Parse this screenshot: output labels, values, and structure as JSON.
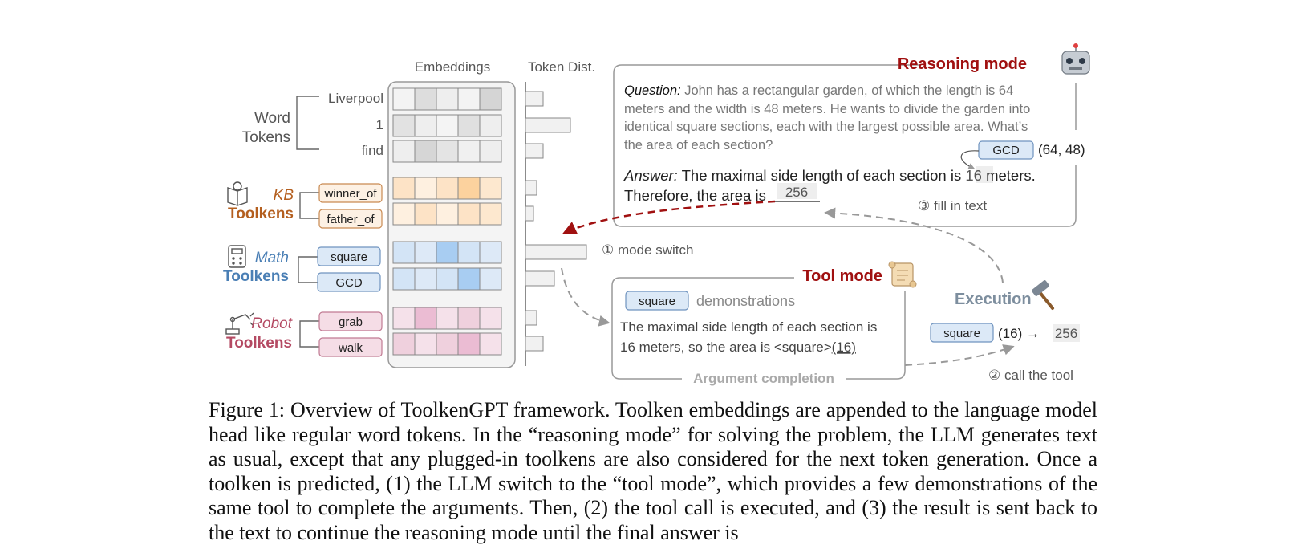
{
  "figure": {
    "headers": {
      "embeddings": "Embeddings",
      "token_dist": "Token Dist."
    },
    "word_group": {
      "line1": "Word",
      "line2": "Tokens",
      "tokens": [
        "Liverpool",
        "1",
        "find"
      ]
    },
    "kb_group": {
      "line1": "KB",
      "line2": "Toolkens",
      "tokens": [
        "winner_of",
        "father_of"
      ],
      "color": "#b45f1f"
    },
    "math_group": {
      "line1": "Math",
      "line2": "Toolkens",
      "tokens": [
        "square",
        "GCD"
      ],
      "color": "#4a7fb5"
    },
    "robot_group": {
      "line1": "Robot",
      "line2": "Toolkens",
      "tokens": [
        "grab",
        "walk"
      ],
      "color": "#b44a63"
    },
    "reasoning": {
      "title": "Reasoning mode",
      "question_label": "Question:",
      "question_lines": [
        " John has a rectangular garden, of which the length is 64",
        "meters and the width is 48 meters. He wants to divide the garden into",
        "identical square sections, each with the largest possible area. What’s",
        "the area of each section?"
      ],
      "answer_label": "Answer:",
      "answer_line1": " The maximal side length of each section is ",
      "answer_value": "16",
      "answer_line1_end": " meters.",
      "answer_line2": "Therefore, the area is ",
      "answer_result": "256",
      "gcd_token": "GCD",
      "gcd_args": "(64, 48)",
      "fill_text": "③ fill in text"
    },
    "mode_switch": "① mode switch",
    "tool": {
      "title": "Tool mode",
      "token": "square",
      "demos": "demonstrations",
      "line1": "The maximal side length of each section is",
      "line2": "16 meters, so the area is <square>",
      "line2_arg": "(16)",
      "footer": "Argument completion"
    },
    "execution": {
      "title": "Execution",
      "token": "square",
      "args": "(16) →",
      "result": "256",
      "call": "② call the tool"
    }
  },
  "caption": "Figure 1: Overview of ToolkenGPT framework. Toolken embeddings are appended to the language model head like regular word tokens. In the “reasoning mode” for solving the problem, the LLM generates text as usual, except that any plugged-in toolkens are also considered for the next token generation. Once a toolken is predicted, (1) the LLM switch to the “tool mode”, which provides a few demonstrations of the same tool to complete the arguments. Then, (2) the tool call is executed, and (3) the result is sent back to the text to continue the reasoning mode until the final answer is"
}
